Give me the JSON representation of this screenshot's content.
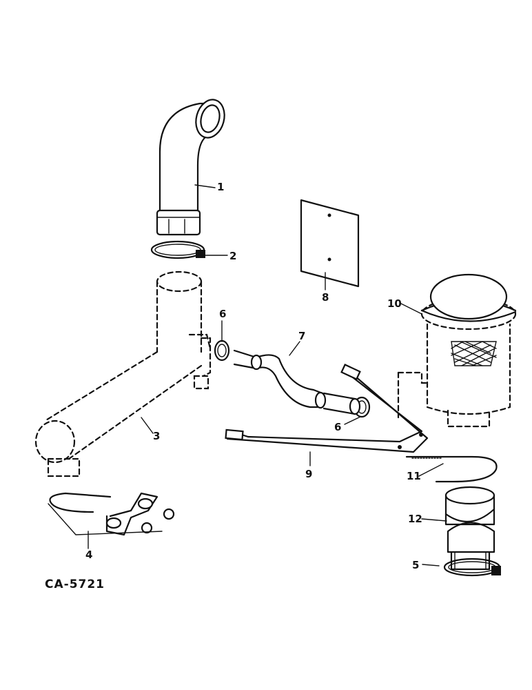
{
  "callouts": {
    "c1": "1",
    "c2": "2",
    "c3": "3",
    "c4": "4",
    "c5": "5",
    "c6a": "6",
    "c6b": "6",
    "c7": "7",
    "c8": "8",
    "c9": "9",
    "c10": "10",
    "c11": "11",
    "c12": "12"
  },
  "drawing_code": "CA-5721",
  "colors": {
    "ink": "#111111",
    "paper": "#ffffff"
  }
}
